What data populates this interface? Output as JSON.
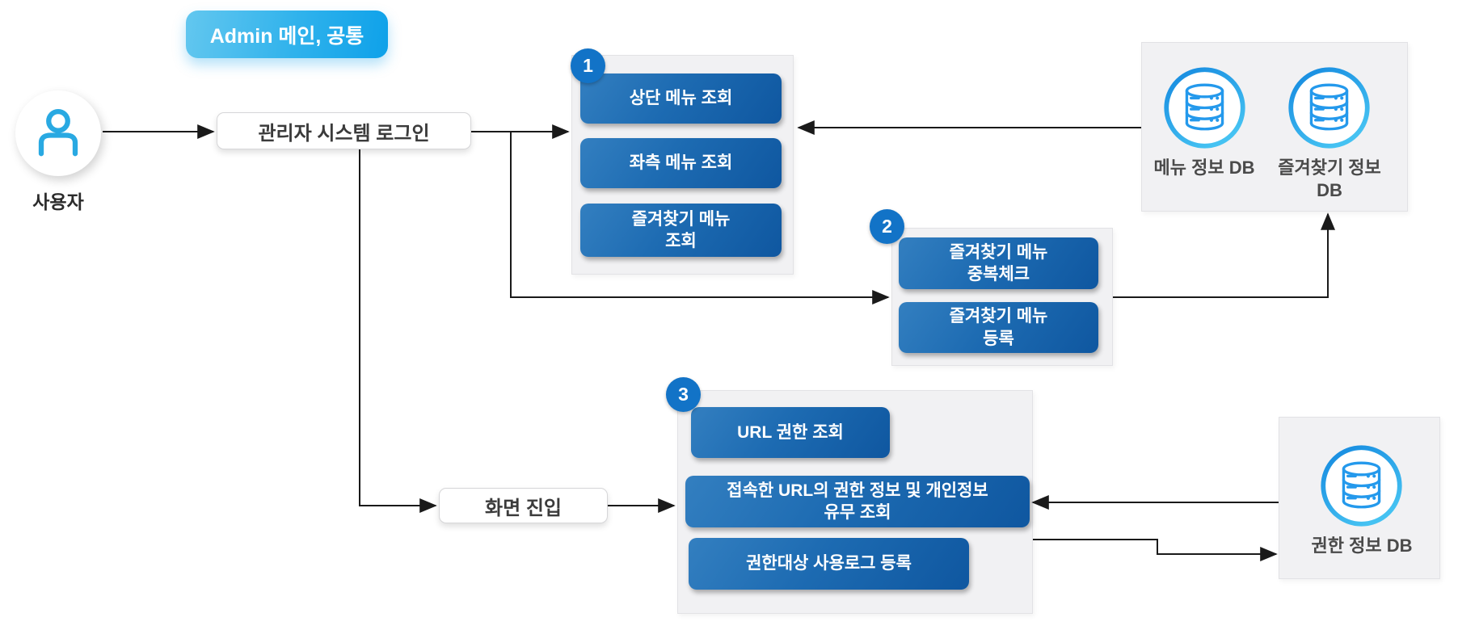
{
  "title_badge": {
    "label": "Admin 메인, 공통"
  },
  "actor": {
    "label": "사용자"
  },
  "flow": {
    "login": "관리자 시스템 로그인",
    "screen_entry": "화면 진입"
  },
  "groups": {
    "g1": {
      "number": "1",
      "buttons": [
        "상단 메뉴 조회",
        "좌측 메뉴 조회",
        "즐겨찾기 메뉴\n조회"
      ]
    },
    "g2": {
      "number": "2",
      "buttons": [
        "즐겨찾기 메뉴\n중복체크",
        "즐겨찾기 메뉴\n등록"
      ]
    },
    "g3": {
      "number": "3",
      "buttons": [
        "URL 권한 조회",
        "접속한 URL의 권한 정보 및 개인정보\n유무 조회",
        "권한대상 사용로그 등록"
      ]
    }
  },
  "databases": {
    "menu_db": "메뉴 정보 DB",
    "favorites_db": "즐겨찾기 정보\nDB",
    "auth_db": "권한 정보 DB"
  },
  "colors": {
    "title_badge_start": "#63c7ef",
    "title_badge_end": "#0ea1e9",
    "process_button_start": "#337fc0",
    "process_button_end": "#0f57a0",
    "number_badge": "#1273c7",
    "db_ring_start": "#1488df",
    "db_ring_end": "#45c2f2",
    "db_glyph": "#2499ec",
    "person_icon": "#29a9e2",
    "connector": "#1a1a1a",
    "panel_bg": "#f1f1f3"
  }
}
